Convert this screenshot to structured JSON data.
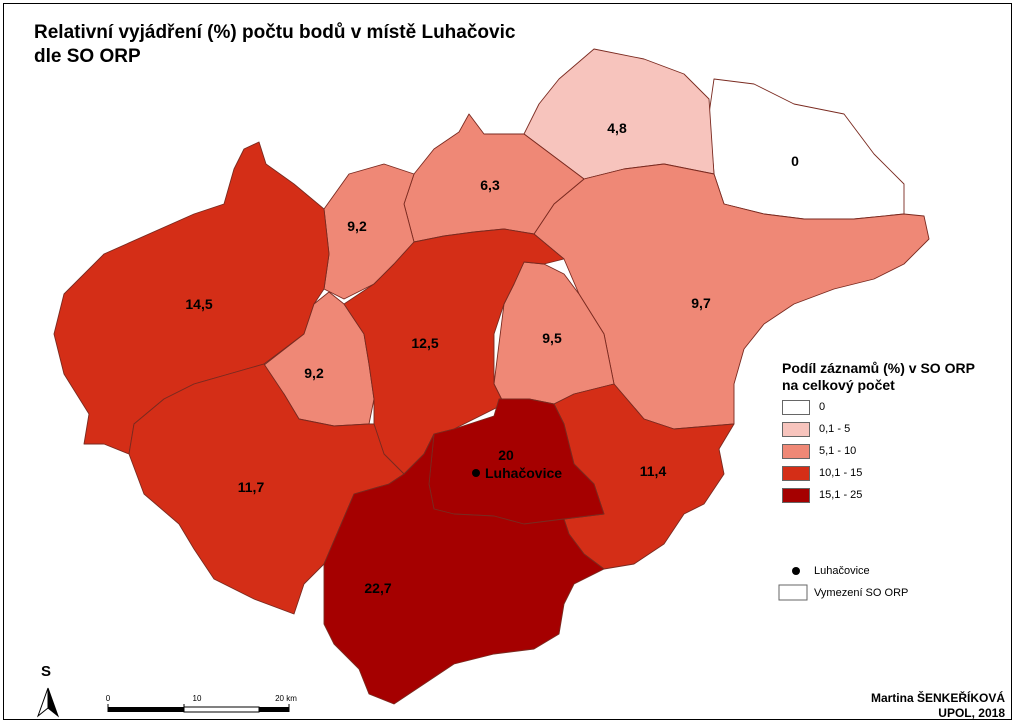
{
  "title": {
    "line1": "Relativní vyjádření (%) počtu bodů v místě Luhačovic",
    "line2": "dle SO ORP"
  },
  "regions": [
    {
      "id": "r48",
      "label": "4,8",
      "value": 4.8,
      "class": "0,1 - 5",
      "color": "#f7c4bd"
    },
    {
      "id": "r0",
      "label": "0",
      "value": 0,
      "class": "0",
      "color": "#ffffff"
    },
    {
      "id": "r63",
      "label": "6,3",
      "value": 6.3,
      "class": "5,1 - 10",
      "color": "#ef8876"
    },
    {
      "id": "r92a",
      "label": "9,2",
      "value": 9.2,
      "class": "5,1 - 10",
      "color": "#ef8876"
    },
    {
      "id": "r97",
      "label": "9,7",
      "value": 9.7,
      "class": "5,1 - 10",
      "color": "#ef8876"
    },
    {
      "id": "r95",
      "label": "9,5",
      "value": 9.5,
      "class": "5,1 - 10",
      "color": "#ef8876"
    },
    {
      "id": "r92b",
      "label": "9,2",
      "value": 9.2,
      "class": "5,1 - 10",
      "color": "#ef8876"
    },
    {
      "id": "r145",
      "label": "14,5",
      "value": 14.5,
      "class": "10,1 - 15",
      "color": "#d42e17"
    },
    {
      "id": "r125",
      "label": "12,5",
      "value": 12.5,
      "class": "10,1 - 15",
      "color": "#d42e17"
    },
    {
      "id": "r117",
      "label": "11,7",
      "value": 11.7,
      "class": "10,1 - 15",
      "color": "#d42e17"
    },
    {
      "id": "r114",
      "label": "11,4",
      "value": 11.4,
      "class": "10,1 - 15",
      "color": "#d42e17"
    },
    {
      "id": "r20",
      "label": "20",
      "value": 20,
      "class": "15,1 - 25",
      "color": "#a50000"
    },
    {
      "id": "r227",
      "label": "22,7",
      "value": 22.7,
      "class": "15,1 - 25",
      "color": "#a50000"
    }
  ],
  "town": {
    "label": "Luhačovice"
  },
  "legend": {
    "title_line1": "Podíl záznamů (%) v SO ORP",
    "title_line2": "na celkový počet",
    "classes": [
      {
        "label": "0",
        "color": "#ffffff"
      },
      {
        "label": "0,1 - 5",
        "color": "#f7c4bd"
      },
      {
        "label": "5,1 - 10",
        "color": "#ef8876"
      },
      {
        "label": "10,1 - 15",
        "color": "#d42e17"
      },
      {
        "label": "15,1 - 25",
        "color": "#a50000"
      }
    ],
    "town_label": "Luhačovice",
    "boundary_label": "Vymezení SO ORP"
  },
  "north_arrow": {
    "letter": "S"
  },
  "scale": {
    "t0": "0",
    "t10": "10",
    "t20": "20 km"
  },
  "author": {
    "line1": "Martina ŠENKEŘÍKOVÁ",
    "line2": "UPOL, 2018"
  }
}
